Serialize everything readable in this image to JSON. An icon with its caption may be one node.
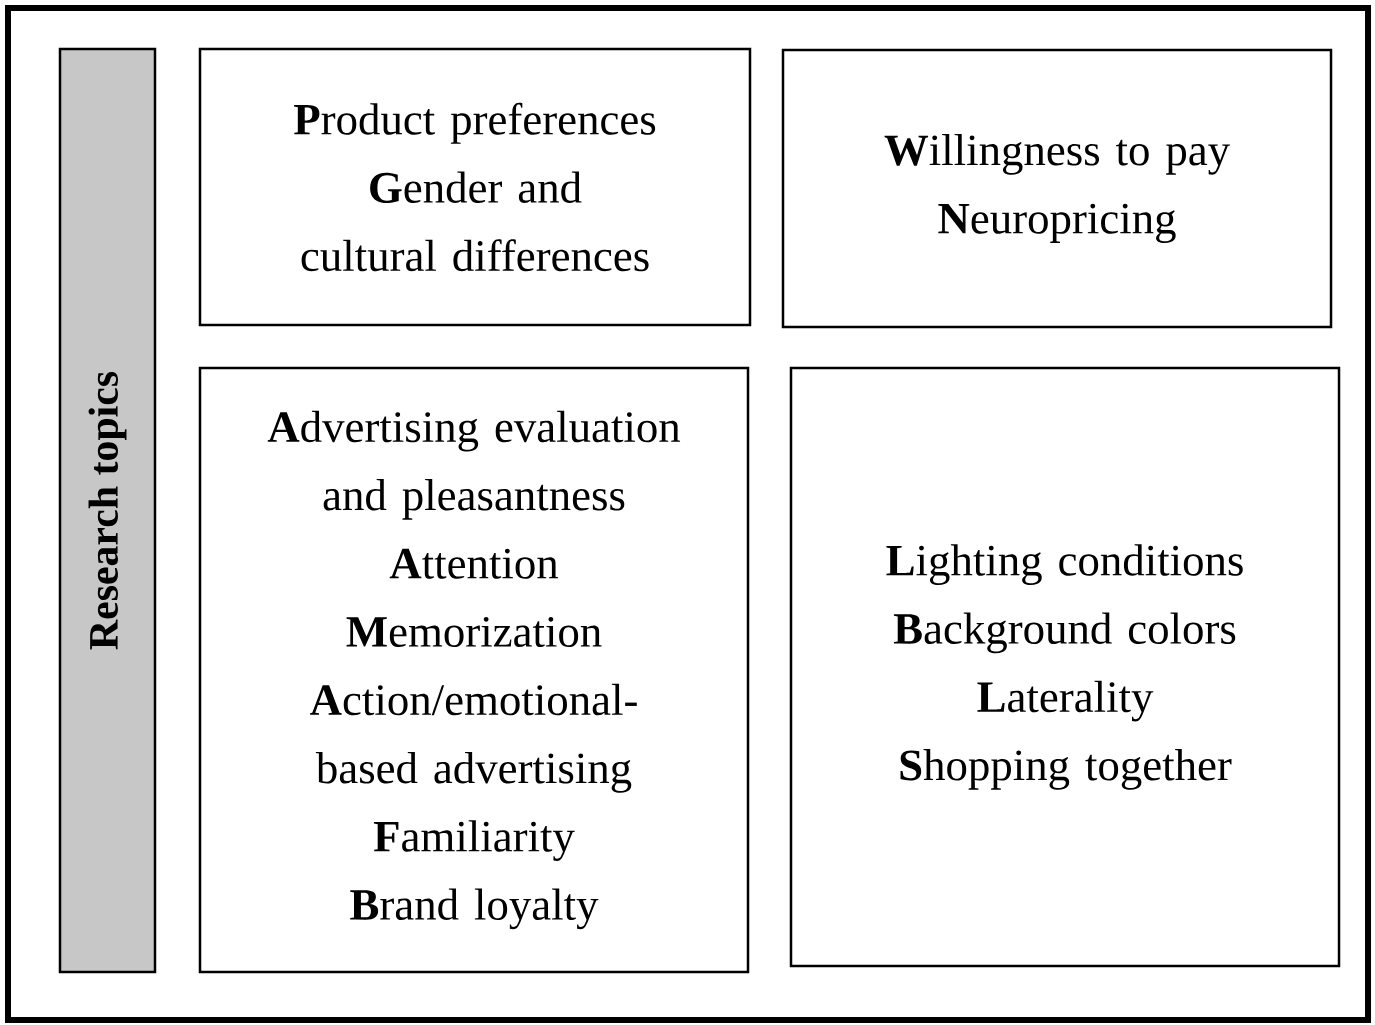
{
  "diagram": {
    "nodes": [
      {
        "text": [],
        "shape": "box"
      },
      {
        "text": [
          "Research topics"
        ],
        "in": 0
      },
      {
        "text": [
          "**P**roduct preferences",
          "**G**ender and cultural differences"
        ],
        "in": 0
      },
      {
        "text": [
          "**W**illingness to pay",
          "**N**europricing"
        ],
        "in": 0
      },
      {
        "text": [
          "**A**dvertising evaluation and pleasantness",
          "**A**ttention",
          "**M**emorization",
          "**A**ction/emotional-based advertising",
          "**F**amiliarity",
          "**B**rand loyalty"
        ],
        "in": 0
      },
      {
        "text": [
          "**L**ighting conditions",
          "**B**ackground colors",
          "**L**aterality",
          "**S**hopping together"
        ],
        "in": 0
      }
    ]
  }
}
